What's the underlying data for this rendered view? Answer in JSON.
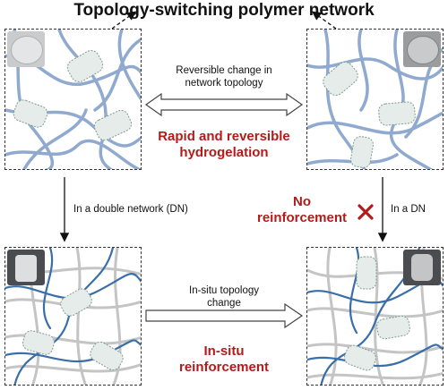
{
  "title": "Topology-switching polymer network",
  "center_top_label": "Reversible change in network topology",
  "center_top_red": "Rapid and reversible hydrogelation",
  "left_mid_label": "In a double network (DN)",
  "right_mid_red": "No reinforcement",
  "right_mid_label": "In a DN",
  "center_bottom_label": "In-situ topology change",
  "center_bottom_red": "In-situ reinforcement",
  "colors": {
    "accent_red": "#b31b1b",
    "polymer_blue": "#8fa9cf",
    "dn_blue": "#3a6ea8",
    "dn_gray": "#c4c4c4"
  }
}
